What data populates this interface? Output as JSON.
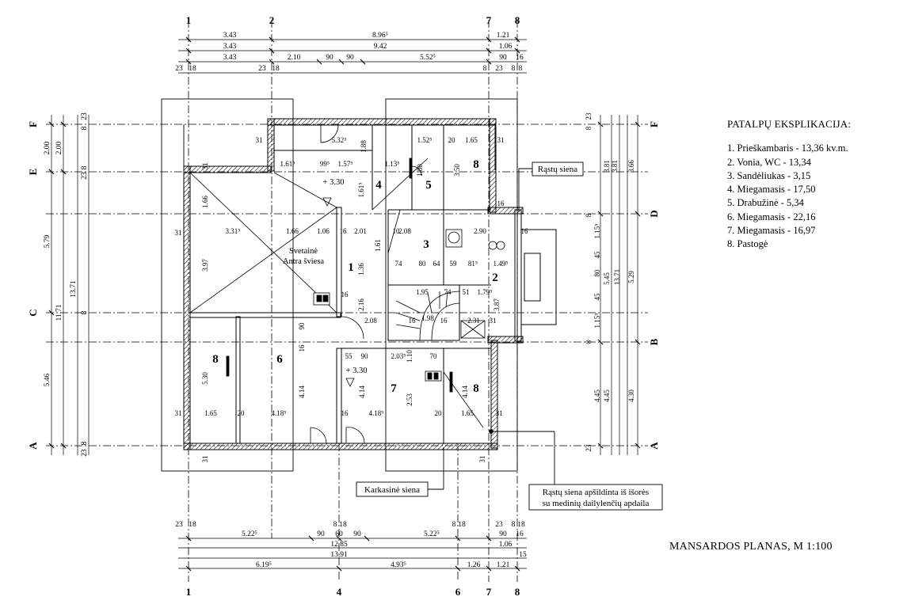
{
  "legend": {
    "title": "PATALPŲ EKSPLIKACIJA:",
    "items": [
      "1. Prieškambaris  -  13,36 kv.m.",
      "2. Vonia, WC  -  13,34",
      "3. Sandėliukas  -  3,15",
      "4. Miegamasis  -  17,50",
      "5. Drabužinė  -  5,34",
      "6. Miegamasis  -  22,16",
      "7. Miegamasis  -  16,97",
      "8. Pastogė"
    ]
  },
  "sheet_title": "MANSARDOS PLANAS, M 1:100",
  "axes": {
    "vertical": [
      "1",
      "2",
      "4",
      "6",
      "7",
      "8"
    ],
    "horizontal": [
      "F",
      "E",
      "D",
      "C",
      "B",
      "A"
    ]
  },
  "rooms": {
    "r1": "1",
    "r2": "2",
    "r3": "3",
    "r4": "4",
    "r5": "5",
    "r6": "6",
    "r7": "7",
    "r8a": "8",
    "r8b": "8",
    "r8c": "8"
  },
  "room_labels": {
    "svetaine": "Svetainė",
    "antra_sviesa": "Antra šviesa",
    "level1": "+ 3.30",
    "level2": "+ 3.30"
  },
  "callouts": {
    "rastu_siena": "Rąstų siena",
    "karkasine_siena": "Karkasinė siena",
    "rastu_apsildinta_1": "Rąstų siena apšildinta iš išorės",
    "rastu_apsildinta_2": "su medinių dailylenčių apdaila"
  },
  "dims_top": {
    "row1": [
      "3.43",
      "8.96⁵",
      "1.21"
    ],
    "row2": [
      "3.43",
      "9.42",
      "1.06"
    ],
    "row3": [
      "3.43",
      "2.10",
      "90",
      "90",
      "5.52⁵",
      "90",
      "16"
    ],
    "row4": [
      "23",
      "18",
      "23",
      "18",
      "8",
      "23",
      "8",
      "8"
    ]
  },
  "dims_bottom": {
    "row1": [
      "23",
      "18",
      "8",
      "18",
      "8",
      "18",
      "23",
      "8",
      "18"
    ],
    "row2": [
      "5.22⁵",
      "90",
      "60",
      "90",
      "5.22⁵",
      "90",
      "16"
    ],
    "row3": [
      "12.85",
      "1.06"
    ],
    "row4": [
      "13.91",
      "15"
    ],
    "row5": [
      "6.19⁵",
      "4.93⁵",
      "1.26",
      "1.21"
    ]
  },
  "dims_left": {
    "outer": [
      "23",
      "8",
      "8",
      "23",
      "8",
      "8",
      "23"
    ],
    "c1": [
      "2.00",
      "5.79",
      "5.46"
    ],
    "c2": [
      "2.00",
      "11.71",
      "13.71"
    ]
  },
  "dims_right": {
    "c1": [
      "23",
      "8",
      "8",
      "8",
      "23"
    ],
    "c2": [
      "1.15⁵",
      "45",
      "80",
      "45",
      "1.15⁵",
      "4.45"
    ],
    "c3": [
      "3.81",
      "5.45",
      "4.45"
    ],
    "c4": [
      "3.81",
      "13.71"
    ],
    "c5": [
      "3.66",
      "5.29",
      "4.30"
    ]
  },
  "dims_inner": {
    "a": [
      "31",
      "31",
      "31",
      "31",
      "31",
      "31",
      "31",
      "31",
      "31"
    ],
    "b": [
      "5.32⁵",
      "1.88",
      "1.61⁵",
      "99⁵",
      "1.57⁵",
      "1.13⁵",
      "1.52⁵",
      "1.80",
      "3.50",
      "20",
      "1.65"
    ],
    "c": [
      "3.31⁵",
      "1.66",
      "1.06",
      "16",
      "2.01",
      "2.08",
      "1.36",
      "10",
      "2.90",
      "16",
      "16"
    ],
    "d": [
      "1.66",
      "3.97",
      "74",
      "80",
      "64",
      "59",
      "81⁵",
      "1.49⁵",
      "1.61⁵",
      "1.61"
    ],
    "e": [
      "1.95",
      "74",
      "51",
      "1.79⁵",
      "3.87",
      "2.16",
      "2.08",
      "16",
      "16",
      "31",
      "2.31",
      "1.98"
    ],
    "f": [
      "55",
      "90",
      "2.03⁵",
      "70",
      "1.10",
      "90",
      "16",
      "5.30",
      "4.14",
      "4.14",
      "4.14",
      "2.53"
    ],
    "g": [
      "1.65",
      "20",
      "4.18⁵",
      "16",
      "4.18⁵",
      "20",
      "1.65",
      "16"
    ]
  }
}
